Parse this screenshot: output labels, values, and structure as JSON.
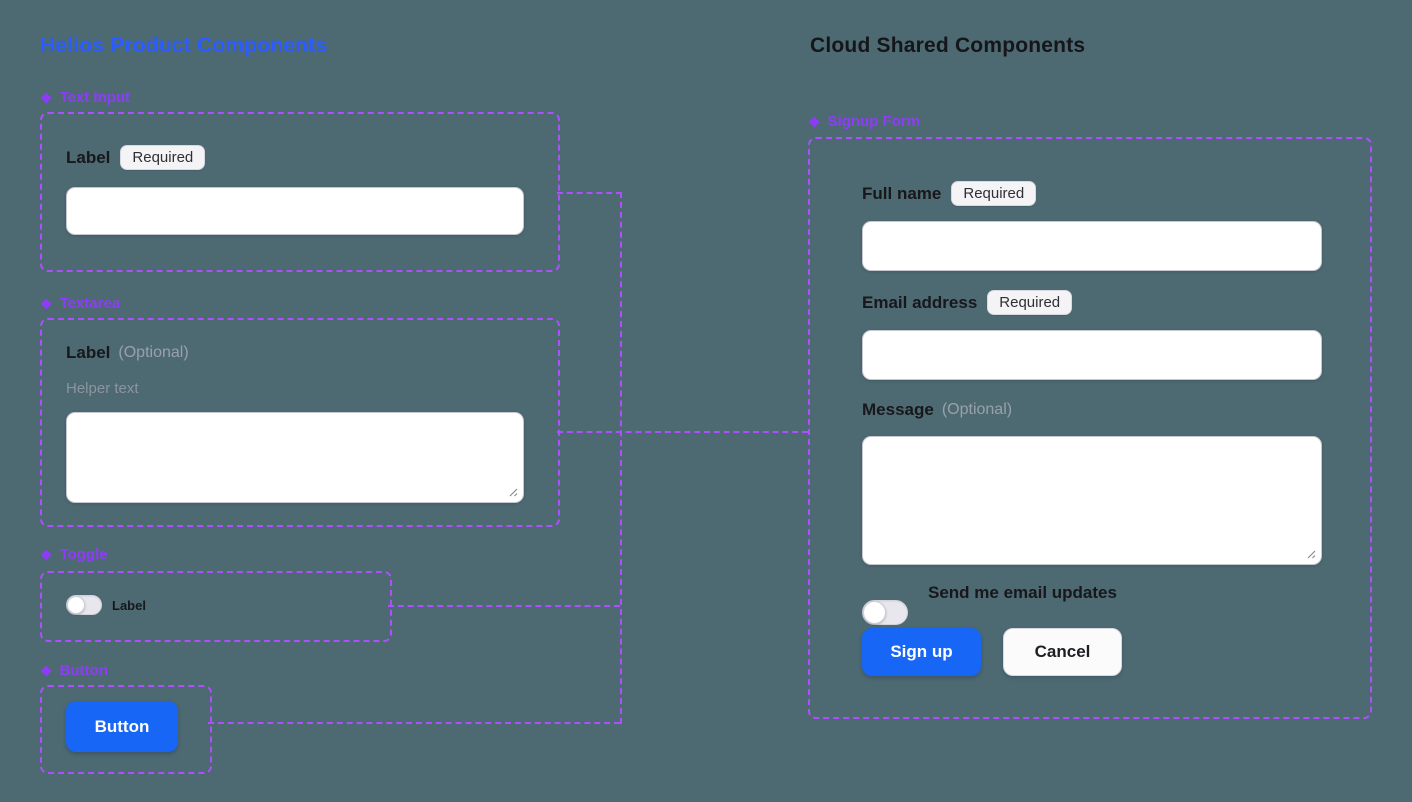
{
  "icons": {
    "component": "❖"
  },
  "colors": {
    "canvas_background": "#4d6a72",
    "helios_title": "#2b5cff",
    "cloud_title": "#15151a",
    "component_purple": "#8f3bfa",
    "dashed_border": "#ad4eff",
    "primary_button_blue": "#1766f5",
    "badge_background": "#f4f4f6"
  },
  "left_panel": {
    "title": "Helios Product Components",
    "components": {
      "text_input": {
        "name": "Text Input",
        "label": "Label",
        "badge": "Required"
      },
      "textarea": {
        "name": "Textarea",
        "label": "Label",
        "optional": "(Optional)",
        "helper": "Helper text"
      },
      "toggle": {
        "name": "Toggle",
        "label": "Label"
      },
      "button": {
        "name": "Button",
        "label": "Button"
      }
    }
  },
  "right_panel": {
    "title": "Cloud Shared Components",
    "signup_form": {
      "name": "Signup Form",
      "fields": [
        {
          "label": "Full name",
          "badge": "Required"
        },
        {
          "label": "Email address",
          "badge": "Required"
        },
        {
          "label": "Message",
          "suffix": "(Optional)"
        }
      ],
      "toggle_label": "Send me email updates",
      "submit_label": "Sign up",
      "cancel_label": "Cancel"
    }
  }
}
